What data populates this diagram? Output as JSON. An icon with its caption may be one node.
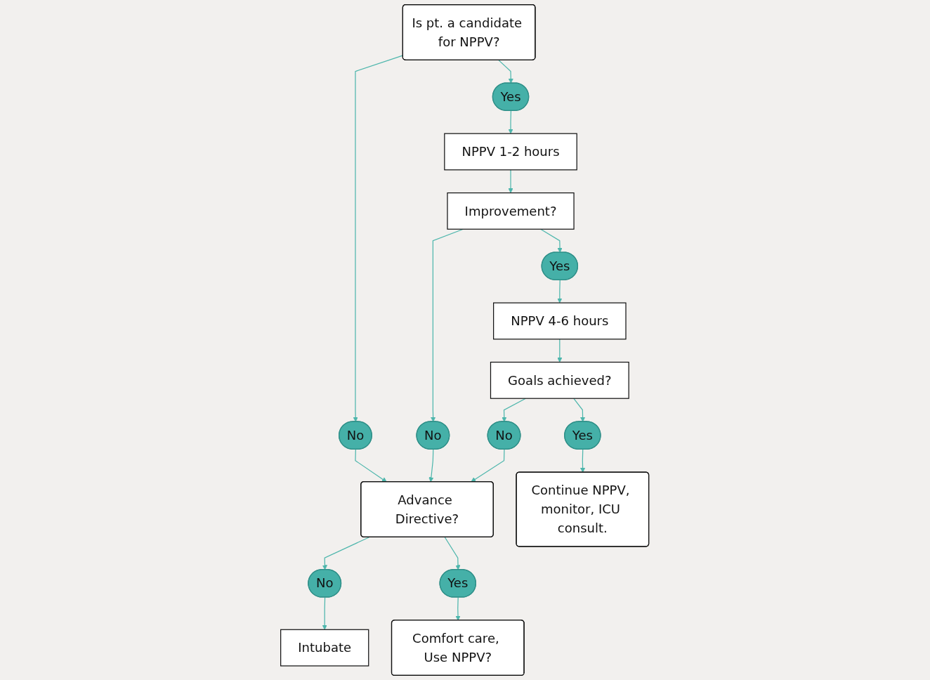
{
  "diagram": {
    "nodes": [
      {
        "text": [
          "Is pt. a candidate for NPPV?"
        ]
      },
      {
        "text": [
          "No"
        ]
      },
      {
        "text": [
          "Yes"
        ]
      },
      {
        "text": [
          "NPPV 1-2 hours"
        ]
      },
      {
        "text": [
          "Improvement?"
        ]
      },
      {
        "text": [
          "No"
        ]
      },
      {
        "text": [
          "Yes"
        ]
      },
      {
        "text": [
          "NPPV 4-6 hours"
        ]
      },
      {
        "text": [
          "Goals achieved?"
        ]
      },
      {
        "text": [
          "No"
        ]
      },
      {
        "text": [
          "Yes"
        ]
      },
      {
        "text": [
          "Advance Directive?"
        ]
      },
      {
        "text": [
          "No"
        ]
      },
      {
        "text": [
          "Yes"
        ]
      },
      {
        "text": [
          "Intubate"
        ]
      },
      {
        "text": [
          "Comfort care, Use NPPV?"
        ]
      },
      {
        "text": [
          "Continue NPPV, monitor, ICU consult."
        ]
      }
    ],
    "edges": [
      {
        "from": 0,
        "to": 1,
        "arrow": "to"
      },
      {
        "from": 0,
        "to": 2,
        "arrow": "to"
      },
      {
        "from": 2,
        "to": 3,
        "arrow": "to"
      },
      {
        "from": 3,
        "to": 4,
        "arrow": "to"
      },
      {
        "from": 4,
        "to": 5,
        "arrow": "to"
      },
      {
        "from": 4,
        "to": 6,
        "arrow": "to"
      },
      {
        "from": 6,
        "to": 7,
        "arrow": "to"
      },
      {
        "from": 7,
        "to": 8,
        "arrow": "to"
      },
      {
        "from": 8,
        "to": 9,
        "arrow": "to"
      },
      {
        "from": 8,
        "to": 10,
        "arrow": "to"
      },
      {
        "from": 1,
        "to": 11,
        "arrow": "to"
      },
      {
        "from": 5,
        "to": 11,
        "arrow": "to"
      },
      {
        "from": 9,
        "to": 11,
        "arrow": "to"
      },
      {
        "from": 11,
        "to": 12,
        "arrow": "to"
      },
      {
        "from": 11,
        "to": 13,
        "arrow": "to"
      },
      {
        "from": 12,
        "to": 14,
        "arrow": "to"
      },
      {
        "from": 13,
        "to": 15,
        "arrow": "to"
      },
      {
        "from": 10,
        "to": 16,
        "arrow": "to"
      }
    ]
  }
}
